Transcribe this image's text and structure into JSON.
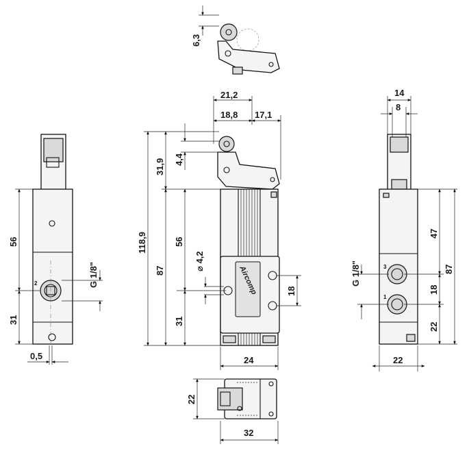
{
  "views": {
    "top_roller": {
      "dim_6_3": "6,3"
    },
    "front": {
      "dim_21_2": "21,2",
      "dim_18_8": "18,8",
      "dim_17_1": "17,1",
      "dim_118_9": "118,9",
      "dim_31_9": "31,9",
      "dim_4_4": "4,4",
      "dim_87": "87",
      "dim_56": "56",
      "dim_31": "31",
      "dim_dia_4_2": "⌀ 4,2",
      "dim_18": "18",
      "dim_24": "24",
      "brand": "Aircomp"
    },
    "left_side": {
      "dim_56": "56",
      "dim_31": "31",
      "dim_g18": "G 1/8\"",
      "dim_0_5": "0,5",
      "port": "2"
    },
    "right_side": {
      "dim_14": "14",
      "dim_8": "8",
      "dim_47": "47",
      "dim_87": "87",
      "dim_18": "18",
      "dim_22v": "22",
      "dim_22h": "22",
      "dim_g18": "G 1/8\"",
      "port_top": "3",
      "port_bottom": "1"
    },
    "bottom": {
      "dim_22": "22",
      "dim_32": "32"
    }
  }
}
